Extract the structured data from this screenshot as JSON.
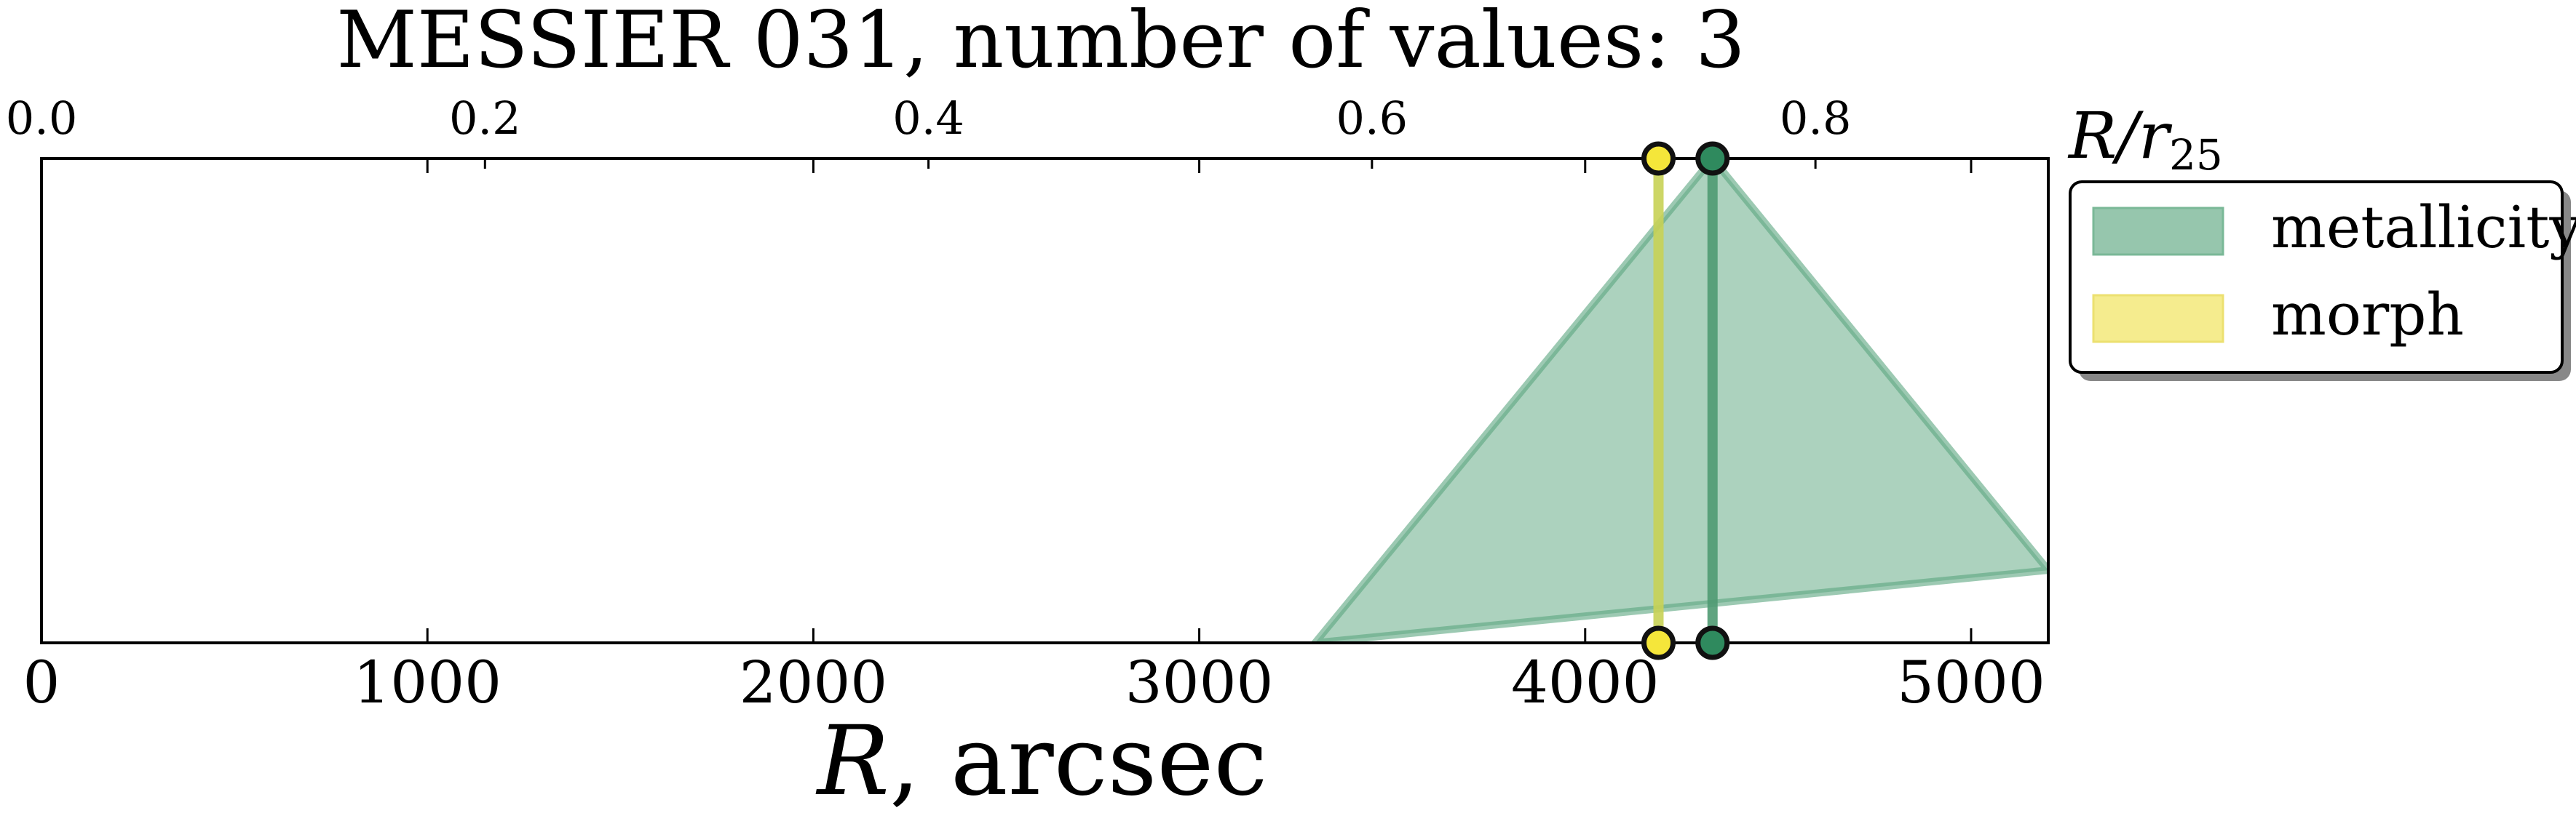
{
  "chart_data": {
    "type": "area",
    "title": "MESSIER 031, number of values: 3",
    "xlabel": "R, arcsec",
    "xlabel_italic_part": "R",
    "xlabel_rest": ", arcsec",
    "xlabel_top": "R/r25",
    "xlabel_top_main": "R/r",
    "xlabel_top_sub": "25",
    "xlim": [
      0,
      5200
    ],
    "xlim_top": [
      0.0,
      0.905
    ],
    "xticks": [
      0,
      1000,
      2000,
      3000,
      4000,
      5000
    ],
    "xtick_labels": [
      "0",
      "1000",
      "2000",
      "3000",
      "4000",
      "5000"
    ],
    "xticks_top": [
      0.0,
      0.2,
      0.4,
      0.6,
      0.8
    ],
    "xtick_top_labels": [
      "0.0",
      "0.2",
      "0.4",
      "0.6",
      "0.8"
    ],
    "ylim": [
      0,
      1
    ],
    "grid": false,
    "legend_position": "outside-right-top",
    "series": [
      {
        "name": "metallicity",
        "color": "#5aa57e",
        "marker_color": "#2f8a5e",
        "values_R_arcsec": [
          4330
        ],
        "triangle": {
          "x": [
            3300,
            4330,
            5200
          ],
          "y": [
            0,
            1,
            0.15
          ]
        }
      },
      {
        "name": "morph",
        "color": "#eee05a",
        "marker_color": "#f5e63a",
        "values_R_arcsec": [
          4190
        ]
      }
    ]
  }
}
